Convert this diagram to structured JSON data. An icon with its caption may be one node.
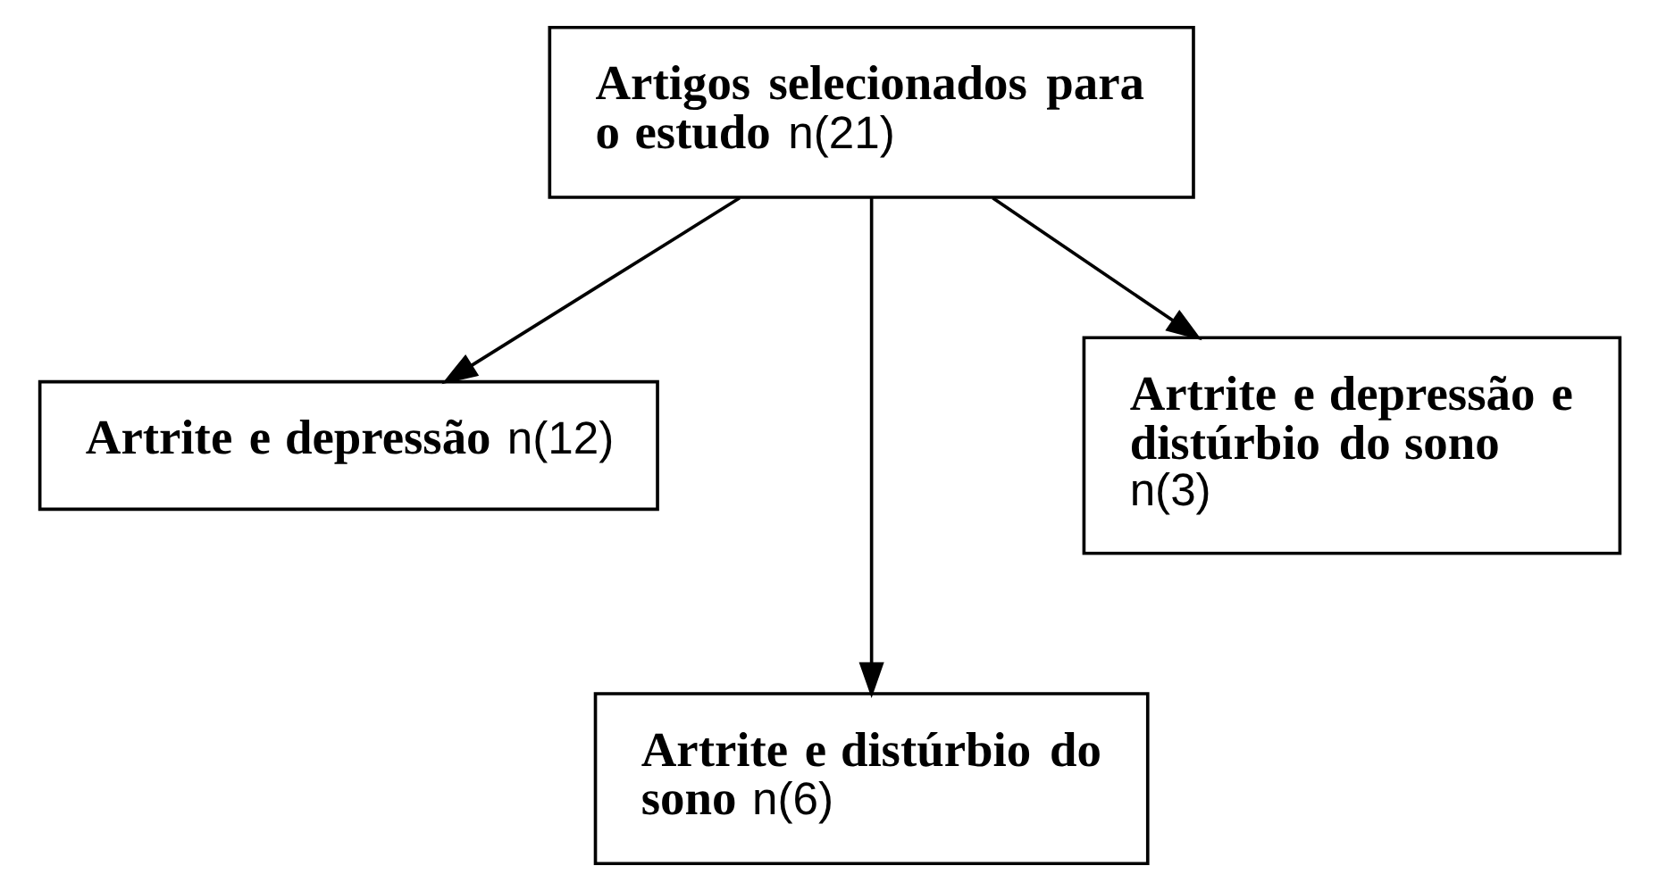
{
  "diagram": {
    "nodes": [
      {
        "text": [
          "**Artigos selecionados para o estudo** n(21)"
        ]
      },
      {
        "text": [
          "**Artrite e depressão** n(12)"
        ]
      },
      {
        "text": [
          "**Artrite e depressão e distúrbio do sono** n(3)"
        ]
      },
      {
        "text": [
          "**Artrite e distúrbio do sono** n(6)"
        ]
      }
    ],
    "edges": [
      {
        "from": 0,
        "to": 1,
        "arrow": "to"
      },
      {
        "from": 0,
        "to": 3,
        "arrow": "to"
      },
      {
        "from": 0,
        "to": 2,
        "arrow": "to"
      }
    ]
  }
}
